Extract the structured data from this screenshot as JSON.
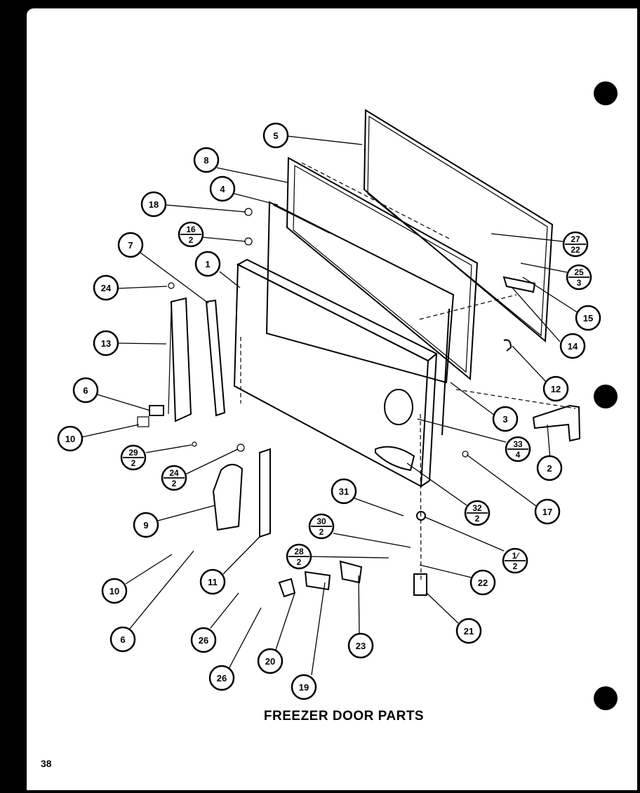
{
  "title": "FREEZER DOOR PARTS",
  "page_number": "38",
  "callouts": [
    {
      "top": "5"
    },
    {
      "top": "8"
    },
    {
      "top": "4"
    },
    {
      "top": "18"
    },
    {
      "top": "16",
      "bottom": "2"
    },
    {
      "top": "7"
    },
    {
      "top": "1"
    },
    {
      "top": "24"
    },
    {
      "top": "13"
    },
    {
      "top": "6"
    },
    {
      "top": "10"
    },
    {
      "top": "29",
      "bottom": "2"
    },
    {
      "top": "24",
      "bottom": "2"
    },
    {
      "top": "9"
    },
    {
      "top": "10"
    },
    {
      "top": "6"
    },
    {
      "top": "11"
    },
    {
      "top": "26"
    },
    {
      "top": "26"
    },
    {
      "top": "20"
    },
    {
      "top": "19"
    },
    {
      "top": "23"
    },
    {
      "top": "28",
      "bottom": "2"
    },
    {
      "top": "30",
      "bottom": "2"
    },
    {
      "top": "31"
    },
    {
      "top": "27",
      "bottom": "22"
    },
    {
      "top": "25",
      "bottom": "3"
    },
    {
      "top": "15"
    },
    {
      "top": "14"
    },
    {
      "top": "12"
    },
    {
      "top": "3"
    },
    {
      "top": "33",
      "bottom": "4"
    },
    {
      "top": "2"
    },
    {
      "top": "17"
    },
    {
      "top": "32",
      "bottom": "2"
    },
    {
      "top": "1⁄",
      "bottom": "2"
    },
    {
      "top": "22"
    },
    {
      "top": "21"
    }
  ]
}
